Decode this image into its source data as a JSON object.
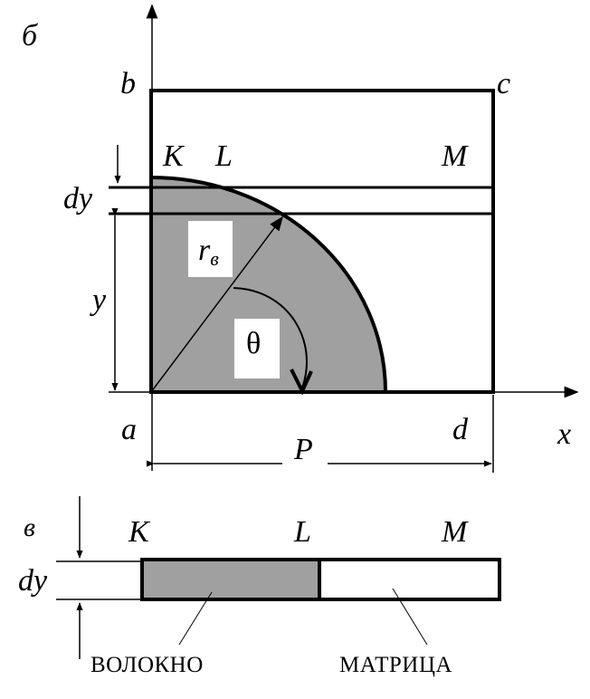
{
  "panel_b": {
    "panel_label": "б",
    "corner_b": "b",
    "corner_c": "c",
    "corner_a": "a",
    "corner_d": "d",
    "label_k": "K",
    "label_l": "L",
    "label_m": "M",
    "label_dy": "dy",
    "label_y": "y",
    "radius_base": "r",
    "radius_sub": "в",
    "angle": "θ",
    "width_label": "P",
    "x_axis_label": "x"
  },
  "panel_v": {
    "panel_label": "в",
    "label_k": "K",
    "label_l": "L",
    "label_m": "M",
    "label_dy": "dy",
    "fiber_caption": "ВОЛОКНО",
    "matrix_caption": "МАТРИЦА"
  },
  "colors": {
    "fiber_fill": "#a0a0a0",
    "stroke": "#000000",
    "background": "#ffffff"
  }
}
